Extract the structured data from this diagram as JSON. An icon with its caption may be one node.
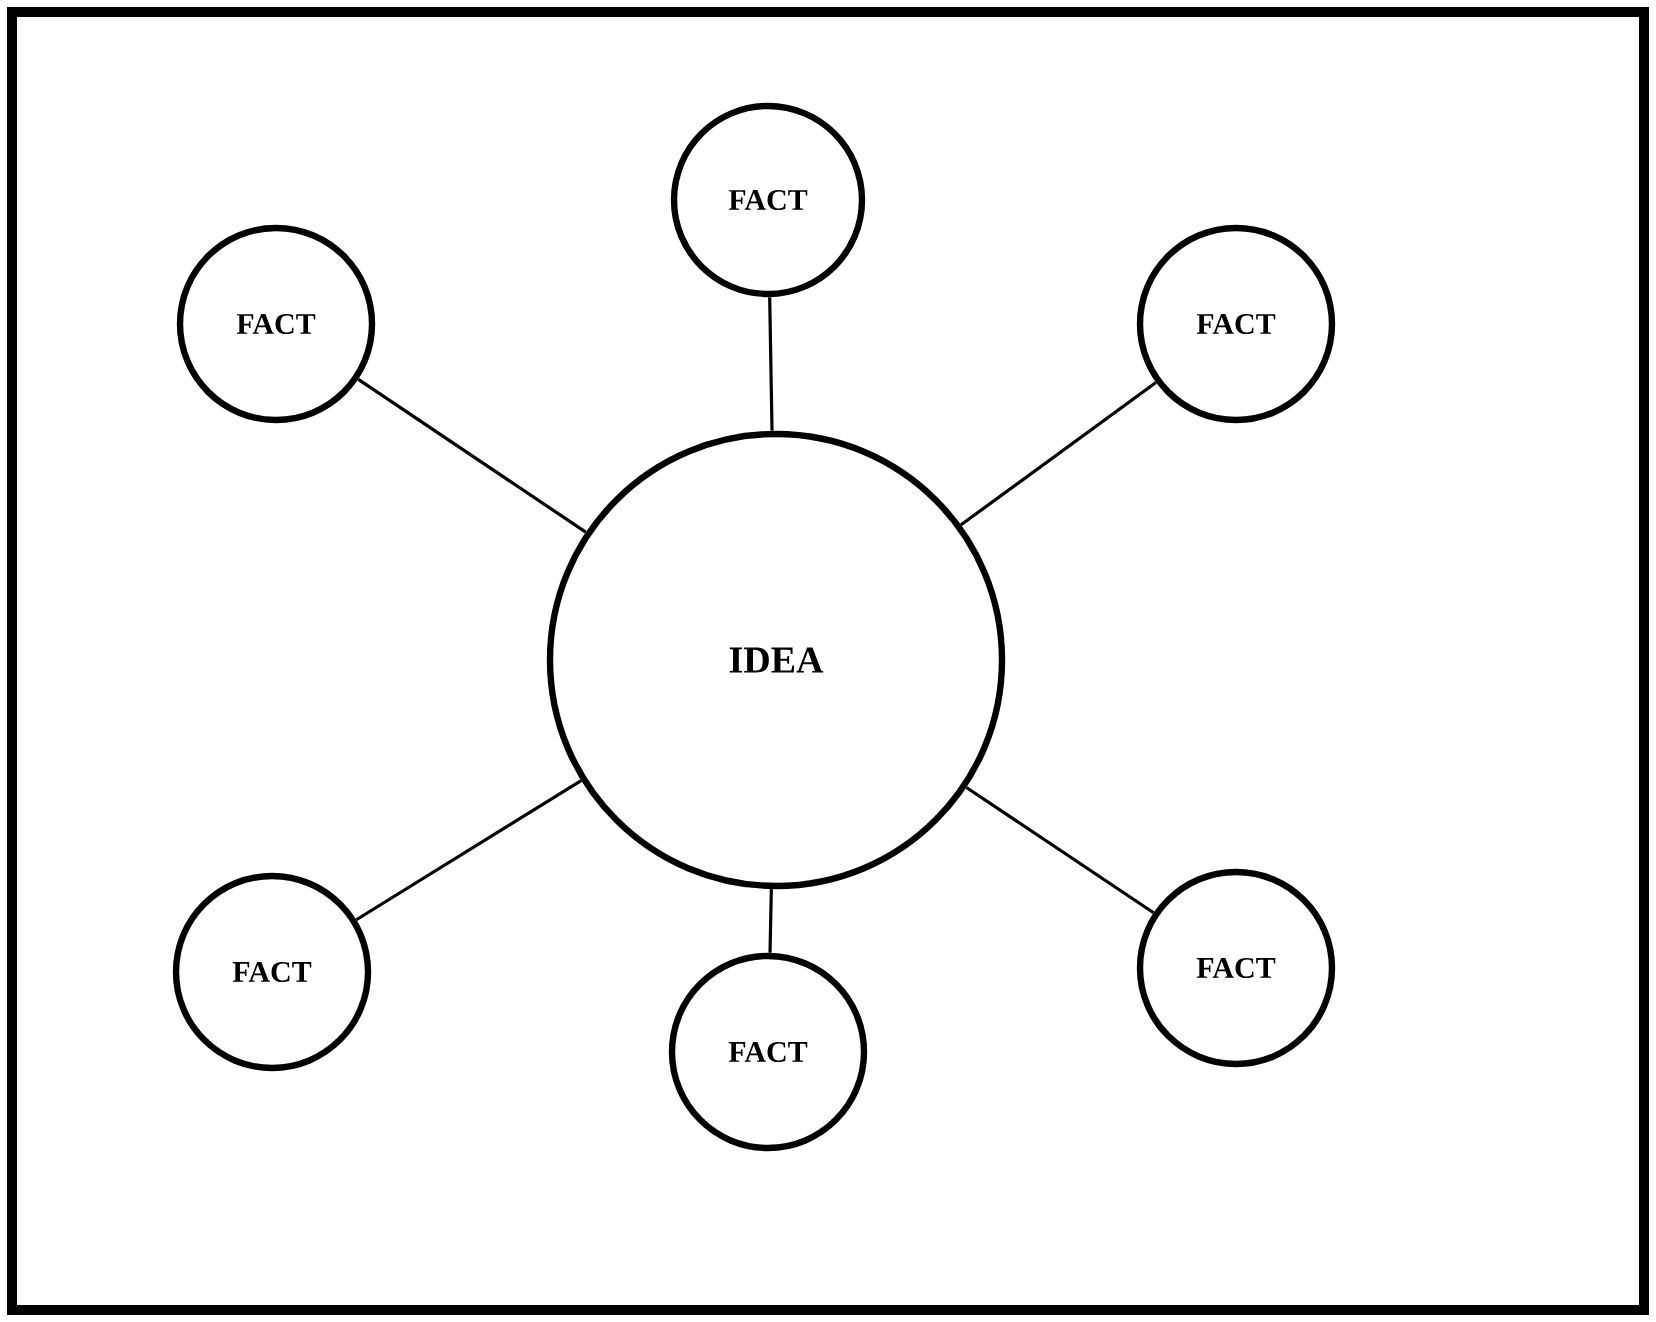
{
  "diagram": {
    "nodes": [
      {
        "text": [
          "FACT"
        ]
      },
      {
        "text": [
          "FACT"
        ]
      },
      {
        "text": [
          "FACT"
        ]
      },
      {
        "text": [
          "IDEA"
        ]
      },
      {
        "text": [
          "FACT"
        ]
      },
      {
        "text": [
          "FACT"
        ]
      },
      {
        "text": [
          "FACT"
        ]
      }
    ],
    "edges": [
      {
        "from": 3,
        "to": 0,
        "arrow": "none"
      },
      {
        "from": 3,
        "to": 1,
        "arrow": "none"
      },
      {
        "from": 3,
        "to": 2,
        "arrow": "none"
      },
      {
        "from": 3,
        "to": 4,
        "arrow": "none"
      },
      {
        "from": 3,
        "to": 5,
        "arrow": "none"
      },
      {
        "from": 3,
        "to": 6,
        "arrow": "none"
      }
    ]
  }
}
